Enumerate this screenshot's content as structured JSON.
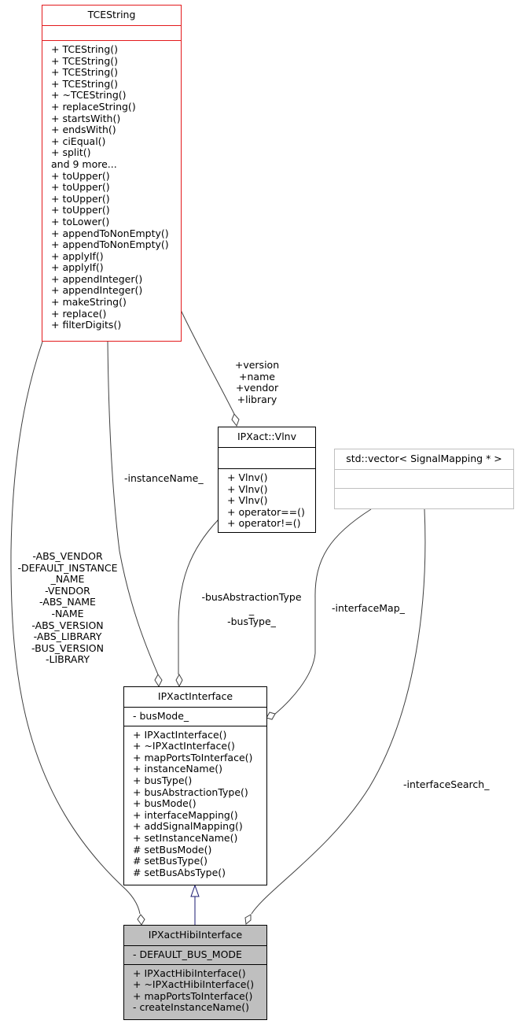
{
  "classes": {
    "tcestring": {
      "name": "TCEString",
      "attributes": [],
      "methods": [
        "+ TCEString()",
        "+ TCEString()",
        "+ TCEString()",
        "+ TCEString()",
        "+ ~TCEString()",
        "+ replaceString()",
        "+ startsWith()",
        "+ endsWith()",
        "+ ciEqual()",
        "+ split()",
        "and 9 more...",
        "+ toUpper()",
        "+ toUpper()",
        "+ toUpper()",
        "+ toUpper()",
        "+ toLower()",
        "+ appendToNonEmpty()",
        "+ appendToNonEmpty()",
        "+ applyIf()",
        "+ applyIf()",
        "+ appendInteger()",
        "+ appendInteger()",
        "+ makeString()",
        "+ replace()",
        "+ filterDigits()"
      ]
    },
    "vlnv": {
      "name": "IPXact::Vlnv",
      "attributes": [],
      "methods": [
        "+ Vlnv()",
        "+ Vlnv()",
        "+ Vlnv()",
        "+ operator==()",
        "+ operator!=()"
      ]
    },
    "vector": {
      "name": "std::vector< SignalMapping * >",
      "attributes": [],
      "methods": []
    },
    "ipxactinterface": {
      "name": "IPXactInterface",
      "attributes": [
        "- busMode_"
      ],
      "methods": [
        "+ IPXactInterface()",
        "+ ~IPXactInterface()",
        "+ mapPortsToInterface()",
        "+ instanceName()",
        "+ busType()",
        "+ busAbstractionType()",
        "+ busMode()",
        "+ interfaceMapping()",
        "+ addSignalMapping()",
        "+ setInstanceName()",
        "# setBusMode()",
        "# setBusType()",
        "# setBusAbsType()"
      ]
    },
    "ipxacthibiinterface": {
      "name": "IPXactHibiInterface",
      "attributes": [
        "- DEFAULT_BUS_MODE"
      ],
      "methods": [
        "+ IPXactHibiInterface()",
        "+ ~IPXactHibiInterface()",
        "+ mapPortsToInterface()",
        "- createInstanceName()"
      ]
    }
  },
  "edge_labels": {
    "vlnv_roles": "+version\n+name\n+vendor\n+library",
    "instance_name": "-instanceName_",
    "static_members": "-ABS_VENDOR\n-DEFAULT_INSTANCE\n_NAME\n-VENDOR\n-ABS_NAME\n-NAME\n-ABS_VERSION\n-ABS_LIBRARY\n-BUS_VERSION\n-LIBRARY",
    "bus_types": "-busAbstractionType\n_\n-busType_",
    "interface_map": "-interfaceMap_",
    "interface_search": "-interfaceSearch_"
  },
  "colors": {
    "external_class_border": "#e31a1c",
    "template_class_border": "#bfbfbf",
    "focus_class_fill": "#bfbfbf",
    "inheritance_arrow": "#191970",
    "association_line": "#404040"
  }
}
